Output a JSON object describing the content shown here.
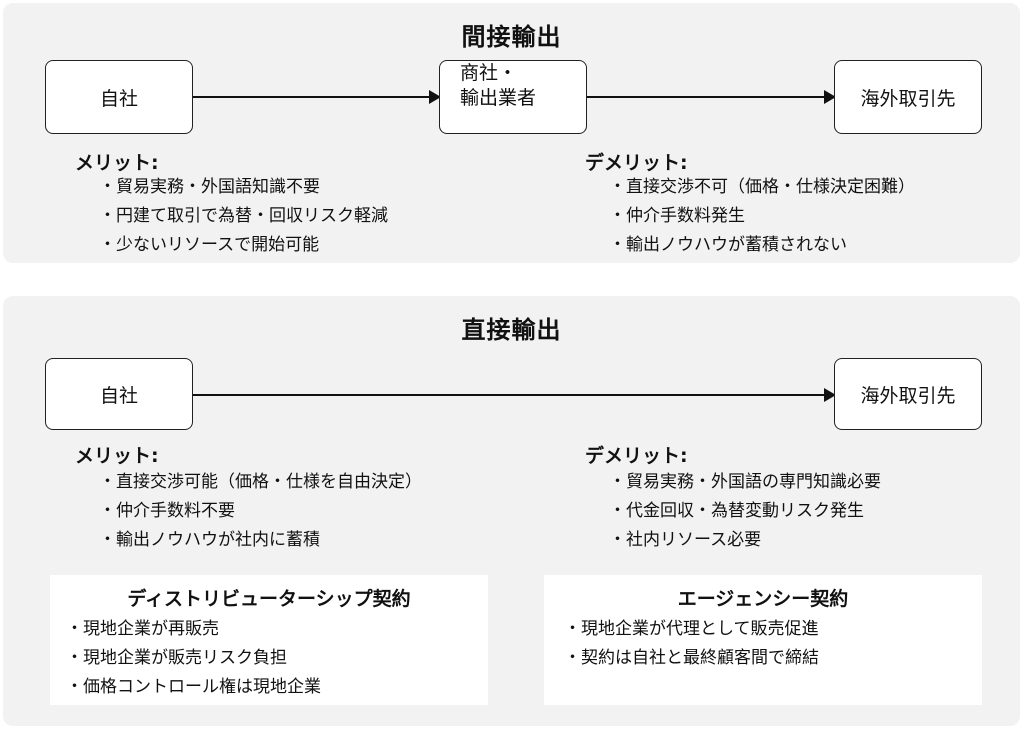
{
  "indirect": {
    "title": "間接輸出",
    "self": "自社",
    "trader_line1": "商社・",
    "trader_line2": "輸出業者",
    "overseas": "海外取引先",
    "merit_heading": "メリット:",
    "merits": [
      "貿易実務・外国語知識不要",
      "円建て取引で為替・回収リスク軽減",
      "少ないリソースで開始可能"
    ],
    "demerit_heading": "デメリット:",
    "demerits": [
      "直接交渉不可（価格・仕様決定困難）",
      "仲介手数料発生",
      "輸出ノウハウが蓄積されない"
    ]
  },
  "direct": {
    "title": "直接輸出",
    "self": "自社",
    "overseas": "海外取引先",
    "merit_heading": "メリット:",
    "merits": [
      "直接交渉可能（価格・仕様を自由決定）",
      "仲介手数料不要",
      "輸出ノウハウが社内に蓄積"
    ],
    "demerit_heading": "デメリット:",
    "demerits": [
      "貿易実務・外国語の専門知識必要",
      "代金回収・為替変動リスク発生",
      "社内リソース必要"
    ],
    "distributor": {
      "title": "ディストリビューターシップ契約",
      "items": [
        "現地企業が再販売",
        "現地企業が販売リスク負担",
        "価格コントロール権は現地企業"
      ]
    },
    "agency": {
      "title": "エージェンシー契約",
      "items": [
        "現地企業が代理として販売促進",
        "契約は自社と最終顧客間で締結"
      ]
    }
  }
}
